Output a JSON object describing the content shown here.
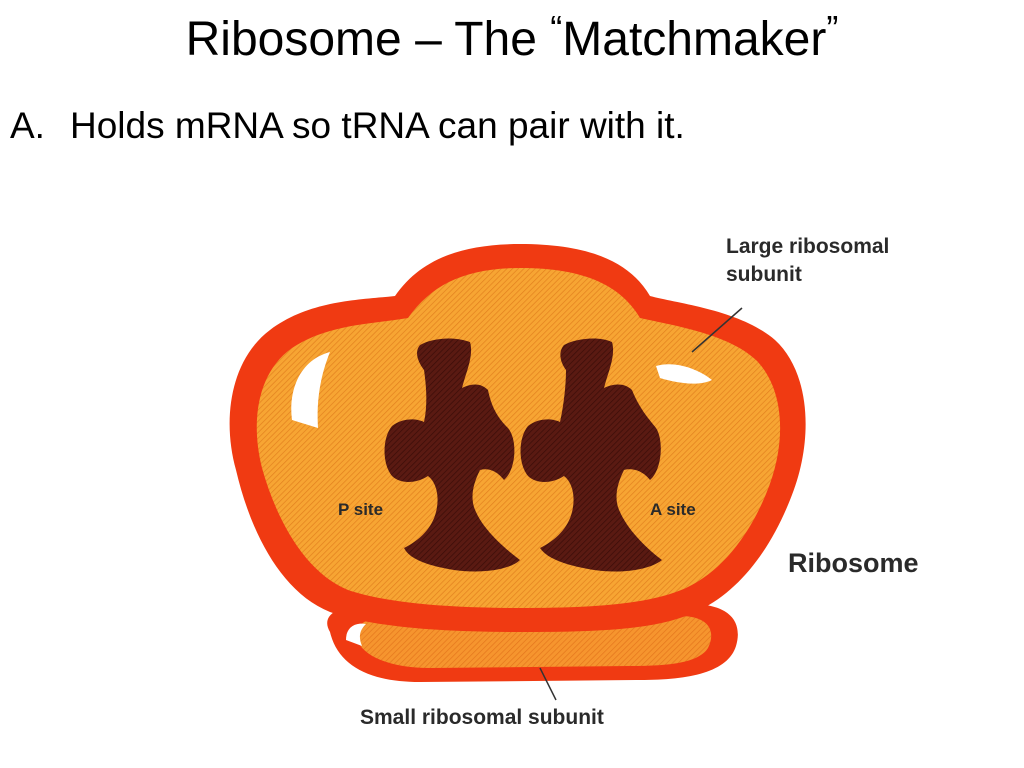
{
  "slide": {
    "title_main": "Ribosome – The ",
    "title_open_quote": "“",
    "title_word": "Matchmaker",
    "title_close_quote": "”",
    "bullet_marker": "A.",
    "bullet_text": "Holds mRNA so tRNA can pair with it."
  },
  "diagram": {
    "large_subunit_line1": "Large ribosomal",
    "large_subunit_line2": "subunit",
    "p_site": "P site",
    "a_site": "A site",
    "ribosome": "Ribosome",
    "small_subunit": "Small ribosomal subunit",
    "colors": {
      "outer": "#f03a12",
      "inner": "#f7a533",
      "trna": "#5a1a12",
      "highlight": "#ffffff"
    }
  }
}
